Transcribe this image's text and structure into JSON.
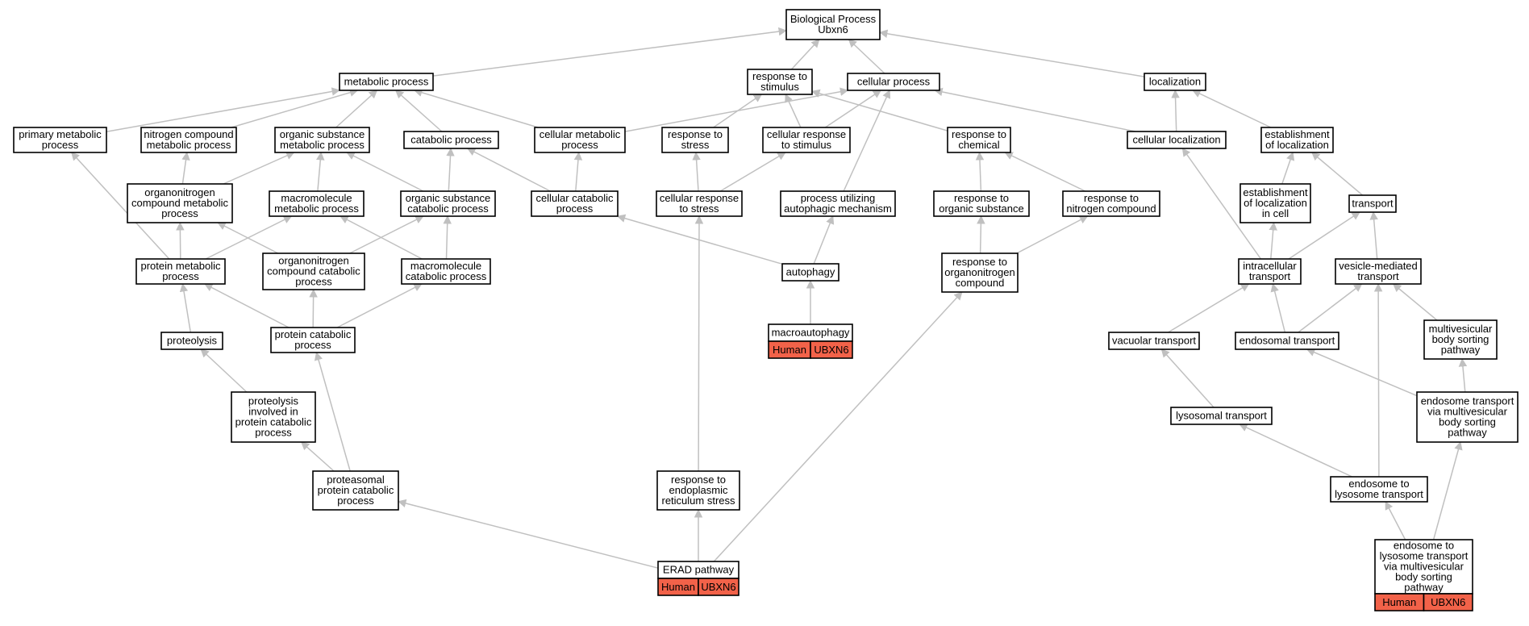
{
  "title": "",
  "colors": {
    "edge": "#c0c0c0",
    "highlight_edge": "#0000ff",
    "gene_fill": "#f26249"
  },
  "nodes": {
    "root": {
      "lines": [
        "Biological Process",
        "Ubxn6"
      ]
    },
    "metabolic": {
      "lines": [
        "metabolic process"
      ]
    },
    "resp_stim": {
      "lines": [
        "response to",
        "stimulus"
      ]
    },
    "cellular_proc": {
      "lines": [
        "cellular process"
      ]
    },
    "localization": {
      "lines": [
        "localization"
      ]
    },
    "primary_met": {
      "lines": [
        "primary metabolic",
        "process"
      ]
    },
    "nitrogen_met": {
      "lines": [
        "nitrogen compound",
        "metabolic process"
      ]
    },
    "org_sub_met": {
      "lines": [
        "organic substance",
        "metabolic process"
      ]
    },
    "catabolic": {
      "lines": [
        "catabolic process"
      ]
    },
    "cell_met": {
      "lines": [
        "cellular metabolic",
        "process"
      ]
    },
    "resp_stress": {
      "lines": [
        "response to",
        "stress"
      ]
    },
    "cell_resp_stim": {
      "lines": [
        "cellular response",
        "to stimulus"
      ]
    },
    "resp_chem": {
      "lines": [
        "response to",
        "chemical"
      ]
    },
    "cell_loc": {
      "lines": [
        "cellular localization"
      ]
    },
    "estab_loc": {
      "lines": [
        "establishment",
        "of localization"
      ]
    },
    "orgN_met": {
      "lines": [
        "organonitrogen",
        "compound metabolic",
        "process"
      ]
    },
    "macro_met": {
      "lines": [
        "macromolecule",
        "metabolic process"
      ]
    },
    "org_sub_cat": {
      "lines": [
        "organic substance",
        "catabolic process"
      ]
    },
    "cell_cat": {
      "lines": [
        "cellular catabolic",
        "process"
      ]
    },
    "cell_resp_stress": {
      "lines": [
        "cellular response",
        "to stress"
      ]
    },
    "autophagic_mech": {
      "lines": [
        "process utilizing",
        "autophagic mechanism"
      ]
    },
    "resp_org_sub": {
      "lines": [
        "response to",
        "organic substance"
      ]
    },
    "resp_nitro": {
      "lines": [
        "response to",
        "nitrogen compound"
      ]
    },
    "estab_loc_cell": {
      "lines": [
        "establishment",
        "of localization",
        "in cell"
      ]
    },
    "transport": {
      "lines": [
        "transport"
      ]
    },
    "prot_met": {
      "lines": [
        "protein metabolic",
        "process"
      ]
    },
    "orgN_cat": {
      "lines": [
        "organonitrogen",
        "compound catabolic",
        "process"
      ]
    },
    "macro_cat": {
      "lines": [
        "macromolecule",
        "catabolic process"
      ]
    },
    "autophagy": {
      "lines": [
        "autophagy"
      ]
    },
    "resp_orgN": {
      "lines": [
        "response to",
        "organonitrogen",
        "compound"
      ]
    },
    "intra_trans": {
      "lines": [
        "intracellular",
        "transport"
      ]
    },
    "vesicle_trans": {
      "lines": [
        "vesicle-mediated",
        "transport"
      ]
    },
    "proteolysis": {
      "lines": [
        "proteolysis"
      ]
    },
    "prot_cat": {
      "lines": [
        "protein catabolic",
        "process"
      ]
    },
    "macroautophagy": {
      "lines": [
        "macroautophagy"
      ],
      "species": "Human",
      "gene": "UBXN6"
    },
    "vac_trans": {
      "lines": [
        "vacuolar transport"
      ]
    },
    "endo_trans": {
      "lines": [
        "endosomal transport"
      ]
    },
    "mvb_sort": {
      "lines": [
        "multivesicular",
        "body sorting",
        "pathway"
      ]
    },
    "proteolysis_cat": {
      "lines": [
        "proteolysis",
        "involved in",
        "protein catabolic",
        "process"
      ]
    },
    "lyso_trans": {
      "lines": [
        "lysosomal transport"
      ]
    },
    "endo_trans_mvb": {
      "lines": [
        "endosome transport",
        "via multivesicular",
        "body sorting",
        "pathway"
      ]
    },
    "proteasomal": {
      "lines": [
        "proteasomal",
        "protein catabolic",
        "process"
      ]
    },
    "resp_er_stress": {
      "lines": [
        "response to",
        "endoplasmic",
        "reticulum stress"
      ]
    },
    "endo_lyso": {
      "lines": [
        "endosome to",
        "lysosome transport"
      ]
    },
    "erad": {
      "lines": [
        "ERAD pathway"
      ],
      "species": "Human",
      "gene": "UBXN6"
    },
    "endo_lyso_mvb": {
      "lines": [
        "endosome to",
        "lysosome transport",
        "via multivesicular",
        "body sorting",
        "pathway"
      ],
      "species": "Human",
      "gene": "UBXN6"
    }
  },
  "edges": [
    [
      "metabolic",
      "root"
    ],
    [
      "resp_stim",
      "root"
    ],
    [
      "cellular_proc",
      "root"
    ],
    [
      "localization",
      "root"
    ],
    [
      "primary_met",
      "metabolic"
    ],
    [
      "nitrogen_met",
      "metabolic"
    ],
    [
      "org_sub_met",
      "metabolic"
    ],
    [
      "catabolic",
      "metabolic"
    ],
    [
      "cell_met",
      "metabolic"
    ],
    [
      "cell_met",
      "cellular_proc"
    ],
    [
      "resp_stress",
      "resp_stim"
    ],
    [
      "cell_resp_stim",
      "resp_stim"
    ],
    [
      "cell_resp_stim",
      "cellular_proc"
    ],
    [
      "resp_chem",
      "resp_stim"
    ],
    [
      "cell_loc",
      "cellular_proc"
    ],
    [
      "cell_loc",
      "localization"
    ],
    [
      "estab_loc",
      "localization"
    ],
    [
      "orgN_met",
      "nitrogen_met"
    ],
    [
      "orgN_met",
      "org_sub_met"
    ],
    [
      "macro_met",
      "org_sub_met"
    ],
    [
      "org_sub_cat",
      "org_sub_met"
    ],
    [
      "org_sub_cat",
      "catabolic"
    ],
    [
      "cell_cat",
      "catabolic"
    ],
    [
      "cell_cat",
      "cell_met"
    ],
    [
      "cell_resp_stress",
      "resp_stress"
    ],
    [
      "cell_resp_stress",
      "cell_resp_stim"
    ],
    [
      "autophagic_mech",
      "cellular_proc"
    ],
    [
      "resp_org_sub",
      "resp_chem"
    ],
    [
      "resp_nitro",
      "resp_chem"
    ],
    [
      "estab_loc_cell",
      "estab_loc"
    ],
    [
      "transport",
      "estab_loc"
    ],
    [
      "prot_met",
      "primary_met"
    ],
    [
      "prot_met",
      "orgN_met"
    ],
    [
      "prot_met",
      "macro_met"
    ],
    [
      "orgN_cat",
      "orgN_met"
    ],
    [
      "orgN_cat",
      "org_sub_cat"
    ],
    [
      "macro_cat",
      "macro_met"
    ],
    [
      "macro_cat",
      "org_sub_cat"
    ],
    [
      "autophagy",
      "cell_cat"
    ],
    [
      "autophagy",
      "autophagic_mech"
    ],
    [
      "resp_orgN",
      "resp_org_sub"
    ],
    [
      "resp_orgN",
      "resp_nitro"
    ],
    [
      "intra_trans",
      "cell_loc"
    ],
    [
      "intra_trans",
      "estab_loc_cell"
    ],
    [
      "intra_trans",
      "transport"
    ],
    [
      "vesicle_trans",
      "transport"
    ],
    [
      "proteolysis",
      "prot_met"
    ],
    [
      "prot_cat",
      "prot_met"
    ],
    [
      "prot_cat",
      "orgN_cat"
    ],
    [
      "prot_cat",
      "macro_cat"
    ],
    [
      "macroautophagy",
      "autophagy"
    ],
    [
      "vac_trans",
      "intra_trans"
    ],
    [
      "endo_trans",
      "intra_trans"
    ],
    [
      "endo_trans",
      "vesicle_trans"
    ],
    [
      "mvb_sort",
      "vesicle_trans"
    ],
    [
      "proteolysis_cat",
      "proteolysis"
    ],
    [
      "lyso_trans",
      "vac_trans"
    ],
    [
      "endo_trans_mvb",
      "endo_trans"
    ],
    [
      "endo_trans_mvb",
      "mvb_sort"
    ],
    [
      "proteasomal",
      "proteolysis_cat"
    ],
    [
      "proteasomal",
      "prot_cat"
    ],
    [
      "endo_lyso",
      "lyso_trans"
    ],
    [
      "endo_lyso",
      "vesicle_trans"
    ],
    [
      "erad",
      "proteasomal"
    ],
    [
      "erad",
      "resp_er_stress"
    ],
    [
      "erad",
      "resp_orgN"
    ],
    [
      "resp_er_stress",
      "cell_resp_stress"
    ],
    [
      "endo_lyso_mvb",
      "endo_lyso"
    ],
    [
      "endo_lyso_mvb",
      "endo_trans_mvb"
    ]
  ],
  "highlighted_edges": [
    [
      "proteolysis_cat",
      "prot_cat"
    ],
    [
      "estab_loc_cell",
      "cell_loc"
    ]
  ]
}
